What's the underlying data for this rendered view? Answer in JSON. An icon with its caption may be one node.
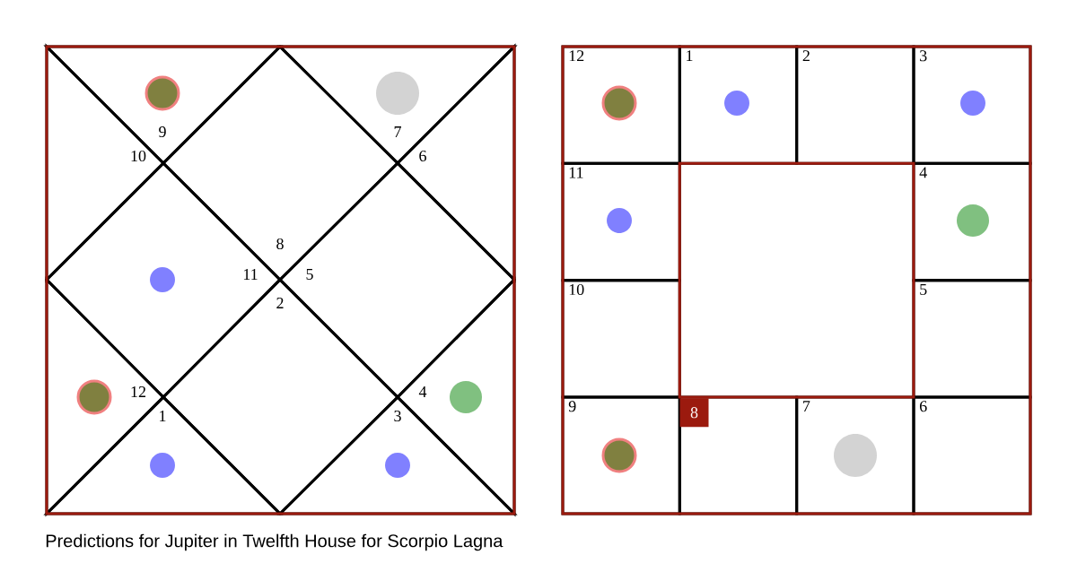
{
  "diagram": {
    "caption": "Predictions for Jupiter in Twelfth House for Scorpio Lagna",
    "nodes": [
      {
        "text": [],
        "shape": "box"
      },
      {
        "text": [
          "9"
        ],
        "in": 0
      },
      {
        "text": [
          "7"
        ],
        "in": 0
      },
      {
        "text": [
          "10"
        ],
        "in": 0
      },
      {
        "text": [
          "6"
        ],
        "in": 0
      },
      {
        "text": [
          "8"
        ],
        "in": 0
      },
      {
        "text": [
          "11"
        ],
        "in": 0
      },
      {
        "text": [
          "5"
        ],
        "in": 0
      },
      {
        "text": [
          "2"
        ],
        "in": 0
      },
      {
        "text": [
          "12"
        ],
        "in": 0
      },
      {
        "text": [
          "4"
        ],
        "in": 0
      },
      {
        "text": [
          "1"
        ],
        "in": 0
      },
      {
        "text": [
          "3"
        ],
        "in": 0
      },
      {
        "text": [],
        "shape": "circle",
        "in": 1
      },
      {
        "text": [],
        "shape": "circle",
        "in": 2
      },
      {
        "text": [],
        "shape": "circle",
        "in": 6
      },
      {
        "text": [],
        "shape": "circle",
        "in": 9
      },
      {
        "text": [],
        "shape": "circle",
        "in": 10
      },
      {
        "text": [],
        "shape": "circle",
        "in": 11
      },
      {
        "text": [],
        "shape": "circle",
        "in": 12
      },
      {
        "text": [],
        "shape": "box"
      },
      {
        "text": [
          "12"
        ],
        "in": 20
      },
      {
        "text": [
          "1"
        ],
        "in": 20
      },
      {
        "text": [
          "2"
        ],
        "in": 20
      },
      {
        "text": [
          "3"
        ],
        "in": 20
      },
      {
        "text": [
          "11"
        ],
        "in": 20
      },
      {
        "text": [
          "4"
        ],
        "in": 20
      },
      {
        "text": [
          "10"
        ],
        "in": 20
      },
      {
        "text": [
          "5"
        ],
        "in": 20
      },
      {
        "text": [
          "9"
        ],
        "in": 20
      },
      {
        "text": [
          "8"
        ],
        "in": 20
      },
      {
        "text": [
          "7"
        ],
        "in": 20
      },
      {
        "text": [
          "6"
        ],
        "in": 20
      },
      {
        "text": [],
        "shape": "box",
        "in": 20
      },
      {
        "text": [],
        "shape": "circle",
        "in": 21
      },
      {
        "text": [],
        "shape": "circle",
        "in": 22
      },
      {
        "text": [],
        "shape": "circle",
        "in": 24
      },
      {
        "text": [],
        "shape": "circle",
        "in": 25
      },
      {
        "text": [],
        "shape": "circle",
        "in": 26
      },
      {
        "text": [],
        "shape": "circle",
        "in": 29
      },
      {
        "text": [],
        "shape": "circle",
        "in": 31
      }
    ]
  }
}
